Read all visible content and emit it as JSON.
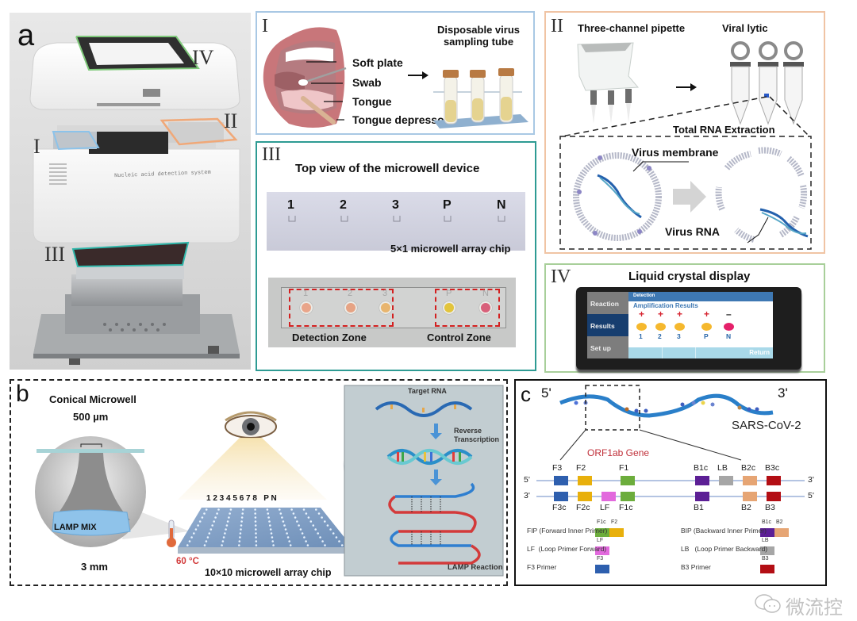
{
  "panel_a": {
    "letter": "a",
    "device_label": "Nucleic acid detection system",
    "module_markers": [
      "IV",
      "II",
      "I",
      "III"
    ],
    "marker_colors": {
      "IV": "#7fc97a",
      "II": "#f0a878",
      "I": "#8cc3ea",
      "III": "#2fb7aa"
    }
  },
  "panel_I": {
    "numeral": "I",
    "labels": [
      "Soft plate",
      "Swab",
      "Tongue",
      "Tongue depressor"
    ],
    "tube_title_line1": "Disposable virus",
    "tube_title_line2": "sampling tube",
    "arrow": "→"
  },
  "panel_II": {
    "numeral": "II",
    "pipette_title": "Three-channel pipette",
    "lytic_title": "Viral lytic",
    "arrow": "→",
    "extraction_label": "Total RNA Extraction",
    "membrane_label": "Virus membrane",
    "rna_label": "Virus RNA"
  },
  "panel_III": {
    "numeral": "III",
    "title": "Top view of the microwell device",
    "chip_labels": [
      "1",
      "2",
      "3",
      "P",
      "N"
    ],
    "chip_caption": "5×1 microwell array chip",
    "photo_wells": [
      {
        "label": "1",
        "color": "#e9a58a"
      },
      {
        "label": "2",
        "color": "#e6a384"
      },
      {
        "label": "3",
        "color": "#e8b56e"
      },
      {
        "label": "P",
        "color": "#e2c43c"
      },
      {
        "label": "N",
        "color": "#d8607a"
      }
    ],
    "detection_zone": "Detection Zone",
    "control_zone": "Control Zone"
  },
  "panel_IV": {
    "numeral": "IV",
    "title": "Liquid crystal display",
    "sidebar": [
      "Reaction",
      "Results",
      "Set up"
    ],
    "active_tab": "Results",
    "header": "Detection",
    "results_title": "Amplification Results",
    "results": [
      {
        "label": "1",
        "sign": "+",
        "color": "#f5b82e"
      },
      {
        "label": "2",
        "sign": "+",
        "color": "#f5b82e"
      },
      {
        "label": "3",
        "sign": "+",
        "color": "#f5b82e"
      },
      {
        "label": "P",
        "sign": "+",
        "color": "#f5b82e"
      },
      {
        "label": "N",
        "sign": "–",
        "color": "#e5206a"
      }
    ],
    "return_label": "Return"
  },
  "panel_b": {
    "letter": "b",
    "conical_title": "Conical Microwell",
    "top_dim": "500 µm",
    "mix_label": "LAMP MIX",
    "bottom_dim": "3 mm",
    "column_labels": "1 2 3 4 5 6 7 8   P N",
    "temperature": "60 °C",
    "chip_caption": "10×10 microwell array chip",
    "process": {
      "target": "Target RNA",
      "step_line1": "Reverse",
      "step_line2": "Transcription",
      "reaction": "LAMP Reaction"
    }
  },
  "panel_c": {
    "letter": "c",
    "five_prime": "5'",
    "three_prime": "3'",
    "virus_name": "SARS-CoV-2",
    "gene_label": "ORF1ab Gene",
    "top_strand": {
      "left_end": "5'",
      "right_end": "3'",
      "regions": [
        {
          "label": "F3",
          "color": "#2e5fae"
        },
        {
          "label": "F2",
          "color": "#e8b00c"
        },
        {
          "label": "F1",
          "color": "#6cad3c"
        },
        {
          "label": "B1c",
          "color": "#5c1f95"
        },
        {
          "label": "LB",
          "color": "#a6a6a6"
        },
        {
          "label": "B2c",
          "color": "#e6a574"
        },
        {
          "label": "B3c",
          "color": "#b30e14"
        }
      ]
    },
    "bottom_strand": {
      "left_end": "3'",
      "right_end": "5'",
      "regions": [
        {
          "label": "F3c",
          "color": "#2e5fae"
        },
        {
          "label": "F2c",
          "color": "#e8b00c"
        },
        {
          "label": "LF",
          "color": "#e269dd"
        },
        {
          "label": "F1c",
          "color": "#6cad3c"
        },
        {
          "label": "B1",
          "color": "#5c1f95"
        },
        {
          "label": "B2",
          "color": "#e6a574"
        },
        {
          "label": "B3",
          "color": "#b30e14"
        }
      ]
    },
    "legend": [
      {
        "text": "FIP (Forward Inner Primer)",
        "parts": [
          {
            "label": "F1c",
            "color": "#6cad3c"
          },
          {
            "label": "F2",
            "color": "#e8b00c"
          }
        ]
      },
      {
        "text": "LF  (Loop Primer Forward)",
        "parts": [
          {
            "label": "LF",
            "color": "#e269dd"
          }
        ]
      },
      {
        "text": "F3 Primer",
        "parts": [
          {
            "label": "F3",
            "color": "#2e5fae"
          }
        ]
      },
      {
        "text": "BIP (Backward Inner Primer)",
        "parts": [
          {
            "label": "B1c",
            "color": "#5c1f95"
          },
          {
            "label": "B2",
            "color": "#e6a574"
          }
        ]
      },
      {
        "text": "LB   (Loop Primer Backward)",
        "parts": [
          {
            "label": "LB",
            "color": "#a6a6a6"
          }
        ]
      },
      {
        "text": "B3 Primer",
        "parts": [
          {
            "label": "B3",
            "color": "#b30e14"
          }
        ]
      }
    ]
  },
  "watermark": {
    "text": "微流控",
    "icon": "wechat-icon"
  }
}
